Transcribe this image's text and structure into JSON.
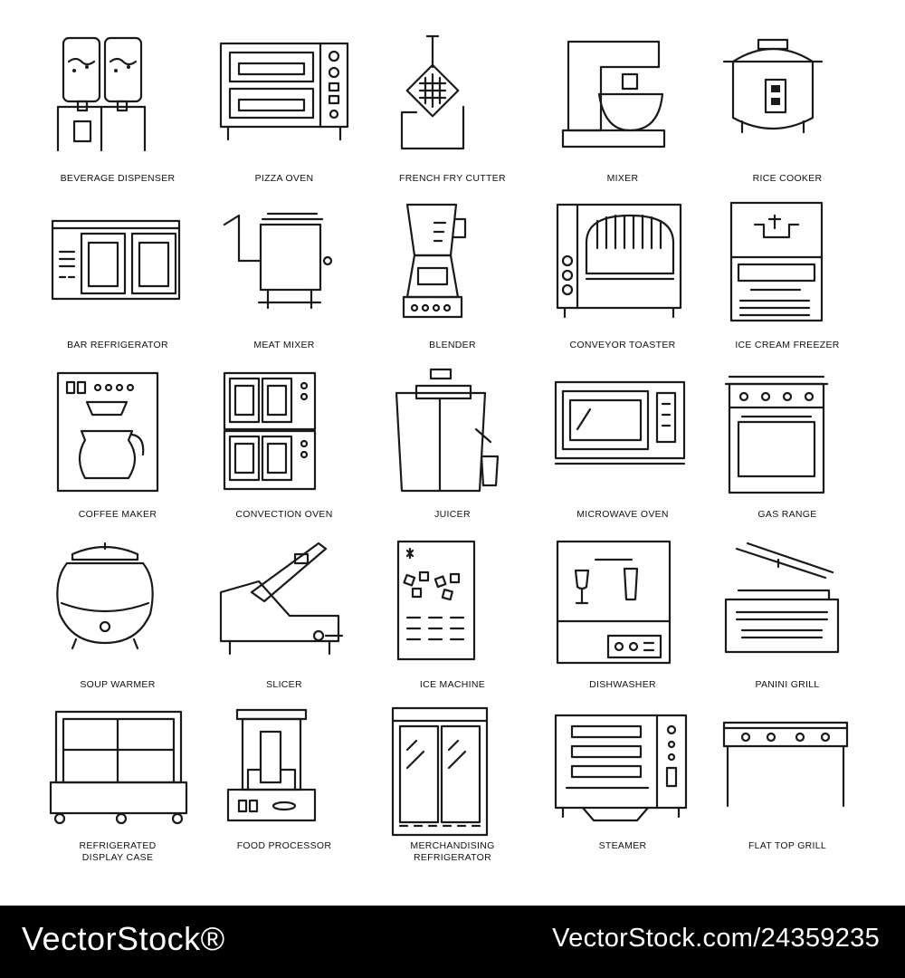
{
  "icons": [
    {
      "label": "BEVERAGE DISPENSER",
      "icon": "beverage-dispenser-icon"
    },
    {
      "label": "PIZZA OVEN",
      "icon": "pizza-oven-icon"
    },
    {
      "label": "FRENCH FRY CUTTER",
      "icon": "french-fry-cutter-icon"
    },
    {
      "label": "MIXER",
      "icon": "mixer-icon"
    },
    {
      "label": "RICE COOKER",
      "icon": "rice-cooker-icon"
    },
    {
      "label": "BAR REFRIGERATOR",
      "icon": "bar-refrigerator-icon"
    },
    {
      "label": "MEAT MIXER",
      "icon": "meat-mixer-icon"
    },
    {
      "label": "BLENDER",
      "icon": "blender-icon"
    },
    {
      "label": "CONVEYOR TOASTER",
      "icon": "conveyor-toaster-icon"
    },
    {
      "label": "ICE CREAM FREEZER",
      "icon": "ice-cream-freezer-icon"
    },
    {
      "label": "COFFEE MAKER",
      "icon": "coffee-maker-icon"
    },
    {
      "label": "CONVECTION OVEN",
      "icon": "convection-oven-icon"
    },
    {
      "label": "JUICER",
      "icon": "juicer-icon"
    },
    {
      "label": "MICROWAVE OVEN",
      "icon": "microwave-oven-icon"
    },
    {
      "label": "GAS RANGE",
      "icon": "gas-range-icon"
    },
    {
      "label": "SOUP WARMER",
      "icon": "soup-warmer-icon"
    },
    {
      "label": "SLICER",
      "icon": "slicer-icon"
    },
    {
      "label": "ICE MACHINE",
      "icon": "ice-machine-icon"
    },
    {
      "label": "DISHWASHER",
      "icon": "dishwasher-icon"
    },
    {
      "label": "PANINI GRILL",
      "icon": "panini-grill-icon"
    },
    {
      "label": "REFRIGERATED",
      "label2": "DISPLAY CASE",
      "icon": "refrigerated-display-case-icon"
    },
    {
      "label": "FOOD PROCESSOR",
      "icon": "food-processor-icon"
    },
    {
      "label": "MERCHANDISING",
      "label2": "REFRIGERATOR",
      "icon": "merchandising-refrigerator-icon"
    },
    {
      "label": "STEAMER",
      "icon": "steamer-icon"
    },
    {
      "label": "FLAT TOP GRILL",
      "icon": "flat-top-grill-icon"
    }
  ],
  "footer": {
    "brand": "VectorStock®",
    "code": "VectorStock.com/24359235"
  },
  "colors": {
    "line": "#1a1a1a",
    "background": "#ffffff",
    "footer": "#000000"
  }
}
